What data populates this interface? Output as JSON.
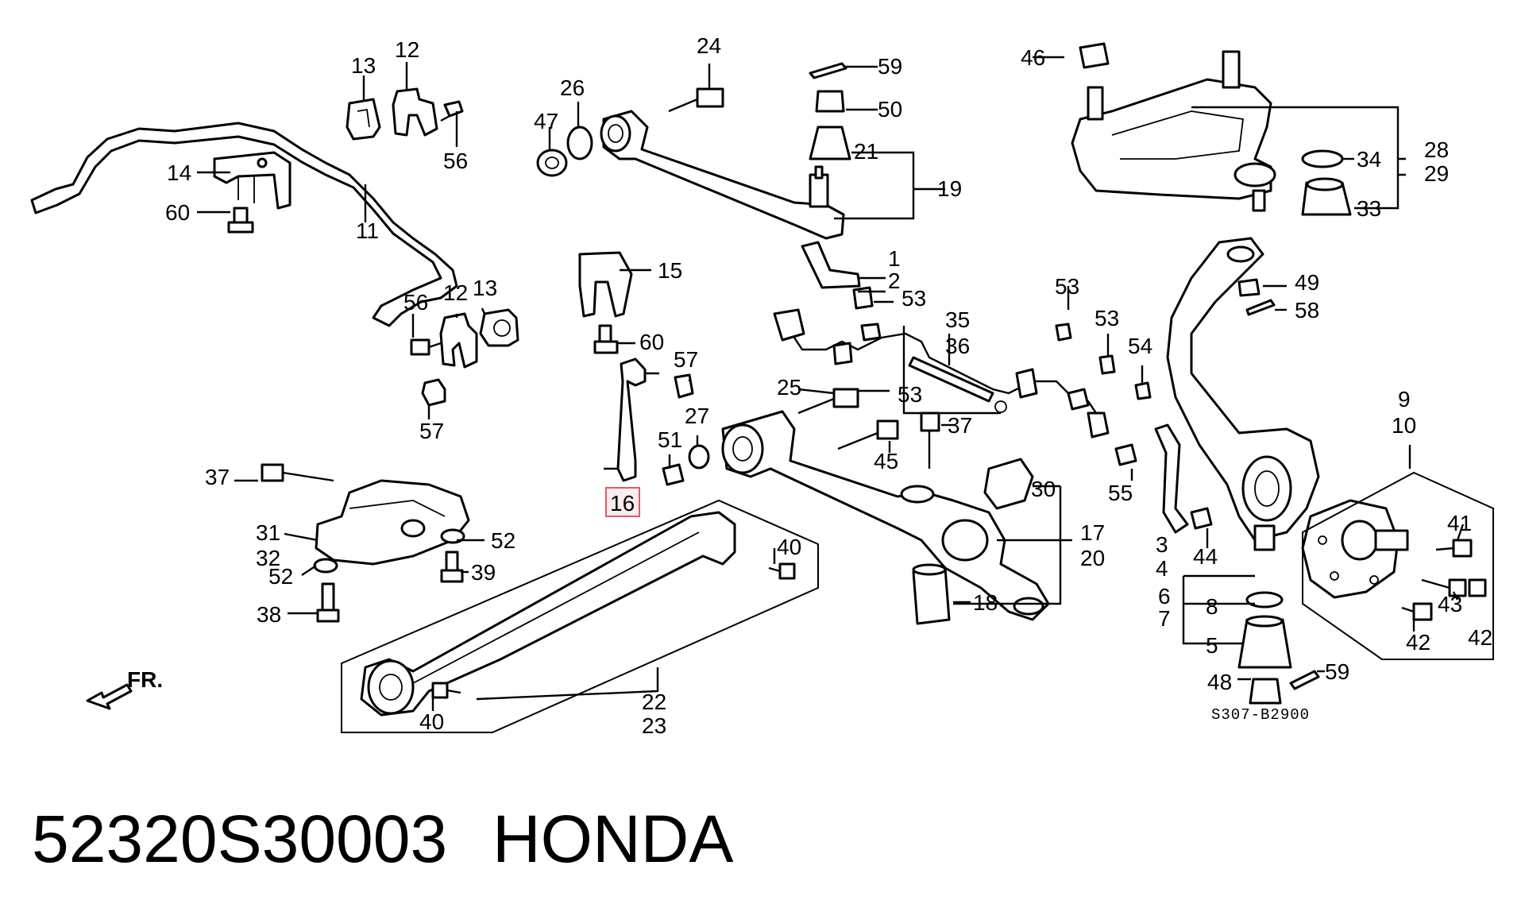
{
  "diagram_code": "S307-B2900",
  "part_number": "52320S30003",
  "brand": "HONDA",
  "direction_label": "FR.",
  "highlight_color": "#e05a6a",
  "highlighted_callout": "16",
  "callouts": {
    "n1": "1",
    "n2": "2",
    "n3": "3",
    "n4": "4",
    "n5": "5",
    "n6": "6",
    "n7": "7",
    "n8": "8",
    "n9": "9",
    "n10": "10",
    "n11": "11",
    "n12a": "12",
    "n12b": "12",
    "n13a": "13",
    "n13b": "13",
    "n14": "14",
    "n15": "15",
    "n16": "16",
    "n17": "17",
    "n18": "18",
    "n19": "19",
    "n20": "20",
    "n21": "21",
    "n22": "22",
    "n23": "23",
    "n24": "24",
    "n25": "25",
    "n26": "26",
    "n27": "27",
    "n28": "28",
    "n29": "29",
    "n30": "30",
    "n31": "31",
    "n32": "32",
    "n33": "33",
    "n34": "34",
    "n35": "35",
    "n36": "36",
    "n37a": "37",
    "n37b": "37",
    "n38": "38",
    "n39": "39",
    "n40a": "40",
    "n40b": "40",
    "n41": "41",
    "n42a": "42",
    "n42b": "42",
    "n43": "43",
    "n44": "44",
    "n45": "45",
    "n46": "46",
    "n47": "47",
    "n48": "48",
    "n49": "49",
    "n50": "50",
    "n51": "51",
    "n52a": "52",
    "n52b": "52",
    "n53a": "53",
    "n53b": "53",
    "n53c": "53",
    "n53d": "53",
    "n54": "54",
    "n55": "55",
    "n56a": "56",
    "n56b": "56",
    "n57a": "57",
    "n57b": "57",
    "n58": "58",
    "n59a": "59",
    "n59b": "59",
    "n60a": "60",
    "n60b": "60"
  }
}
